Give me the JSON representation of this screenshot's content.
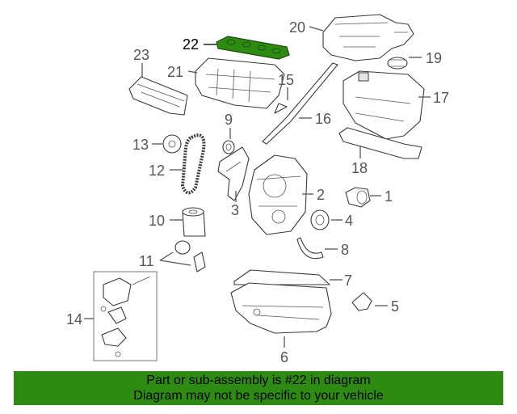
{
  "diagram": {
    "highlighted_part": "22",
    "callouts": {
      "p1": "1",
      "p2": "2",
      "p3": "3",
      "p4": "4",
      "p5": "5",
      "p6": "6",
      "p7": "7",
      "p8": "8",
      "p9": "9",
      "p10": "10",
      "p11": "11",
      "p12": "12",
      "p13": "13",
      "p14": "14",
      "p15": "15",
      "p16": "16",
      "p17": "17",
      "p18": "18",
      "p19": "19",
      "p20": "20",
      "p21": "21",
      "p22": "22",
      "p23": "23"
    },
    "colors": {
      "highlight": "#2e8b12",
      "line": "#3a3a3a",
      "label": "#555555"
    }
  },
  "banner": {
    "line1": "Part or sub-assembly is #22 in diagram",
    "line2": "Diagram may not be specific to your vehicle"
  }
}
